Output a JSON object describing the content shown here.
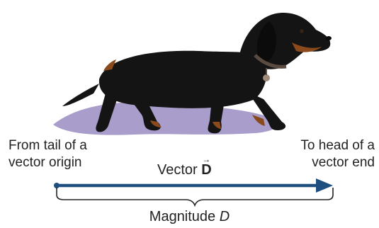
{
  "tail_label": {
    "line1": "From tail of a",
    "line2": "vector origin"
  },
  "head_label": {
    "line1": "To head of a",
    "line2": "vector end"
  },
  "vector_label": {
    "word": "Vector",
    "symbol": "D",
    "arrow_glyph": "→"
  },
  "magnitude_label": {
    "word": "Magnitude",
    "symbol": "D"
  },
  "colors": {
    "arrow": "#1f4f7f",
    "brace": "#222222",
    "dog_body": "#141414",
    "dog_tan": "#8a4a1c",
    "shadow": "#9a8cc2"
  }
}
